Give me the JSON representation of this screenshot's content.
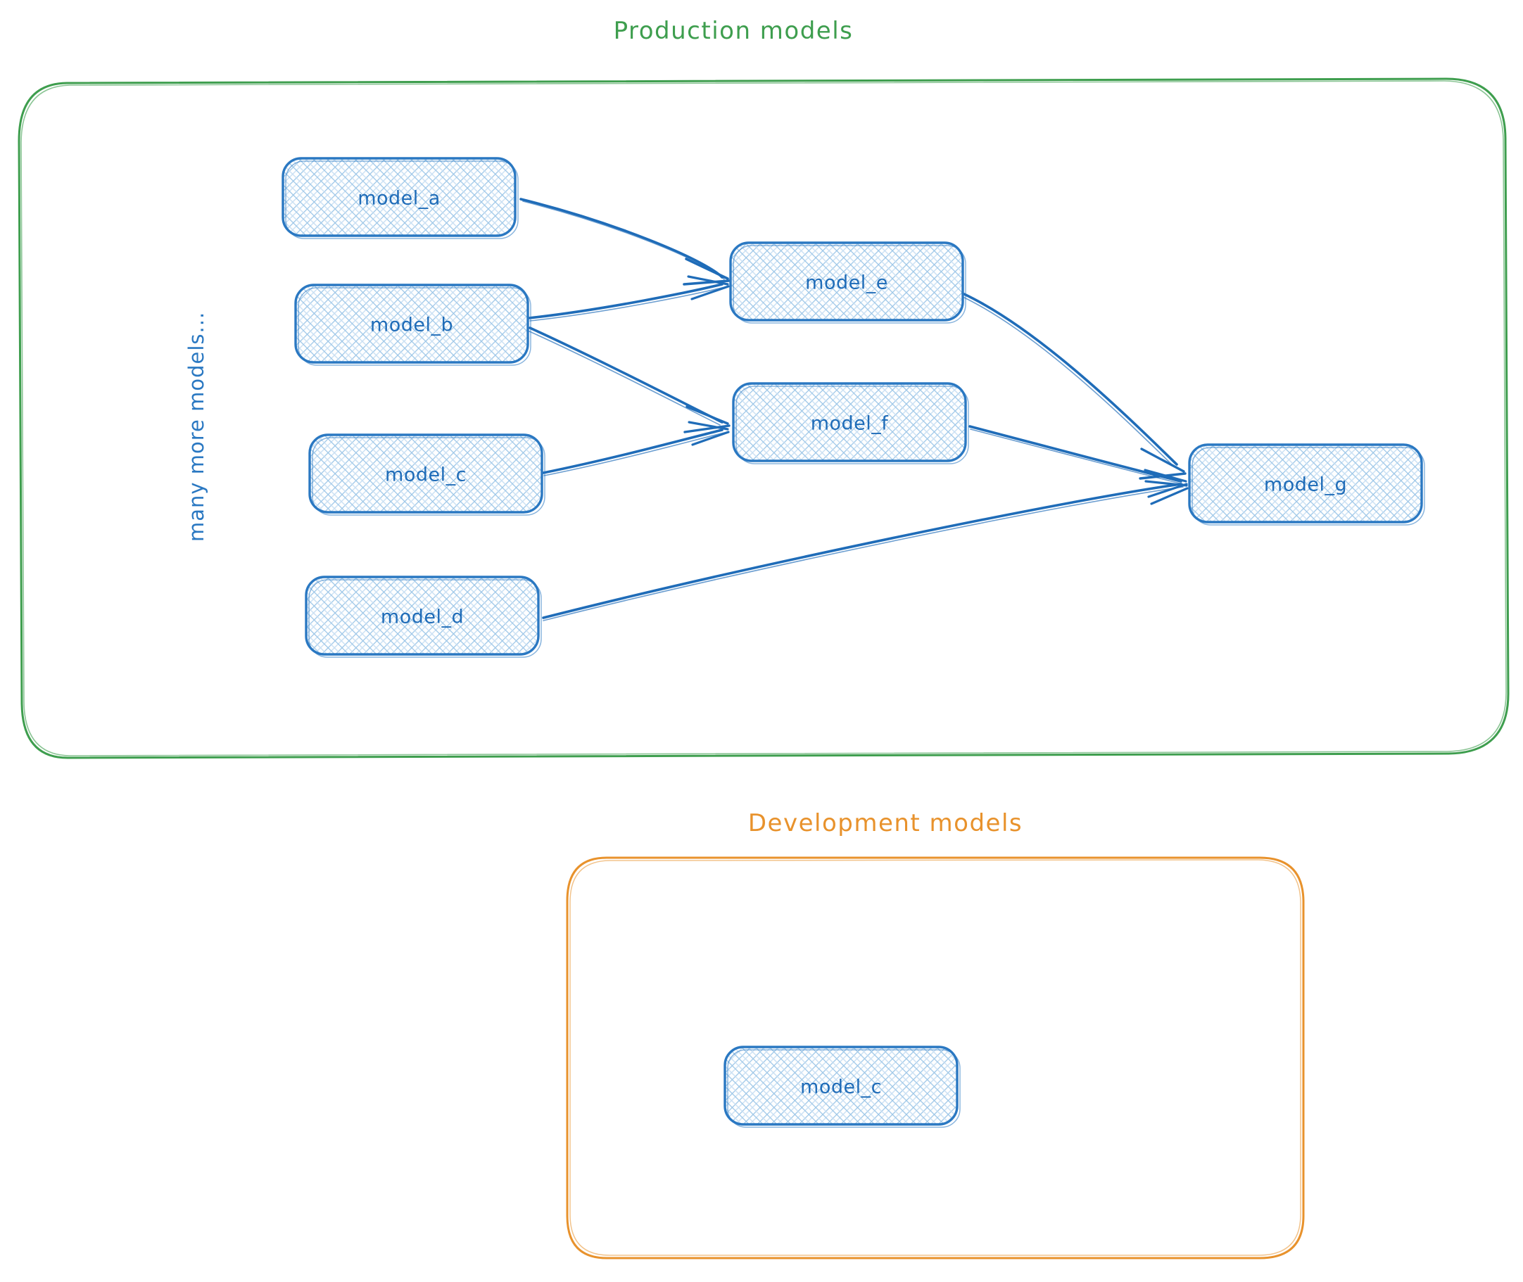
{
  "diagram": {
    "type": "dag",
    "style": "hand-drawn-sketch",
    "colors": {
      "production_border": "#3e9e4e",
      "development_border": "#e8922c",
      "node_border": "#2a78c2",
      "node_fill_hatch": "#9ec7e8",
      "node_text": "#1f6cb8",
      "edge": "#1f6cb8",
      "background": "#ffffff"
    },
    "groups": [
      {
        "id": "production",
        "title": "Production models",
        "title_color": "#3e9e4e",
        "border_color": "#3e9e4e"
      },
      {
        "id": "development",
        "title": "Development models",
        "title_color": "#e8922c",
        "border_color": "#e8922c"
      }
    ],
    "annotations": [
      {
        "id": "many-more",
        "text": "many more models...",
        "orientation": "vertical",
        "color": "#2a78c2"
      }
    ],
    "nodes": [
      {
        "id": "model_a",
        "label": "model_a",
        "group": "production"
      },
      {
        "id": "model_b",
        "label": "model_b",
        "group": "production"
      },
      {
        "id": "model_c",
        "label": "model_c",
        "group": "production"
      },
      {
        "id": "model_d",
        "label": "model_d",
        "group": "production"
      },
      {
        "id": "model_e",
        "label": "model_e",
        "group": "production"
      },
      {
        "id": "model_f",
        "label": "model_f",
        "group": "production"
      },
      {
        "id": "model_g",
        "label": "model_g",
        "group": "production"
      },
      {
        "id": "dev_model_c",
        "label": "model_c",
        "group": "development"
      }
    ],
    "edges": [
      {
        "from": "model_a",
        "to": "model_e"
      },
      {
        "from": "model_b",
        "to": "model_e"
      },
      {
        "from": "model_b",
        "to": "model_f"
      },
      {
        "from": "model_c",
        "to": "model_f"
      },
      {
        "from": "model_e",
        "to": "model_g"
      },
      {
        "from": "model_f",
        "to": "model_g"
      },
      {
        "from": "model_d",
        "to": "model_g"
      }
    ]
  }
}
